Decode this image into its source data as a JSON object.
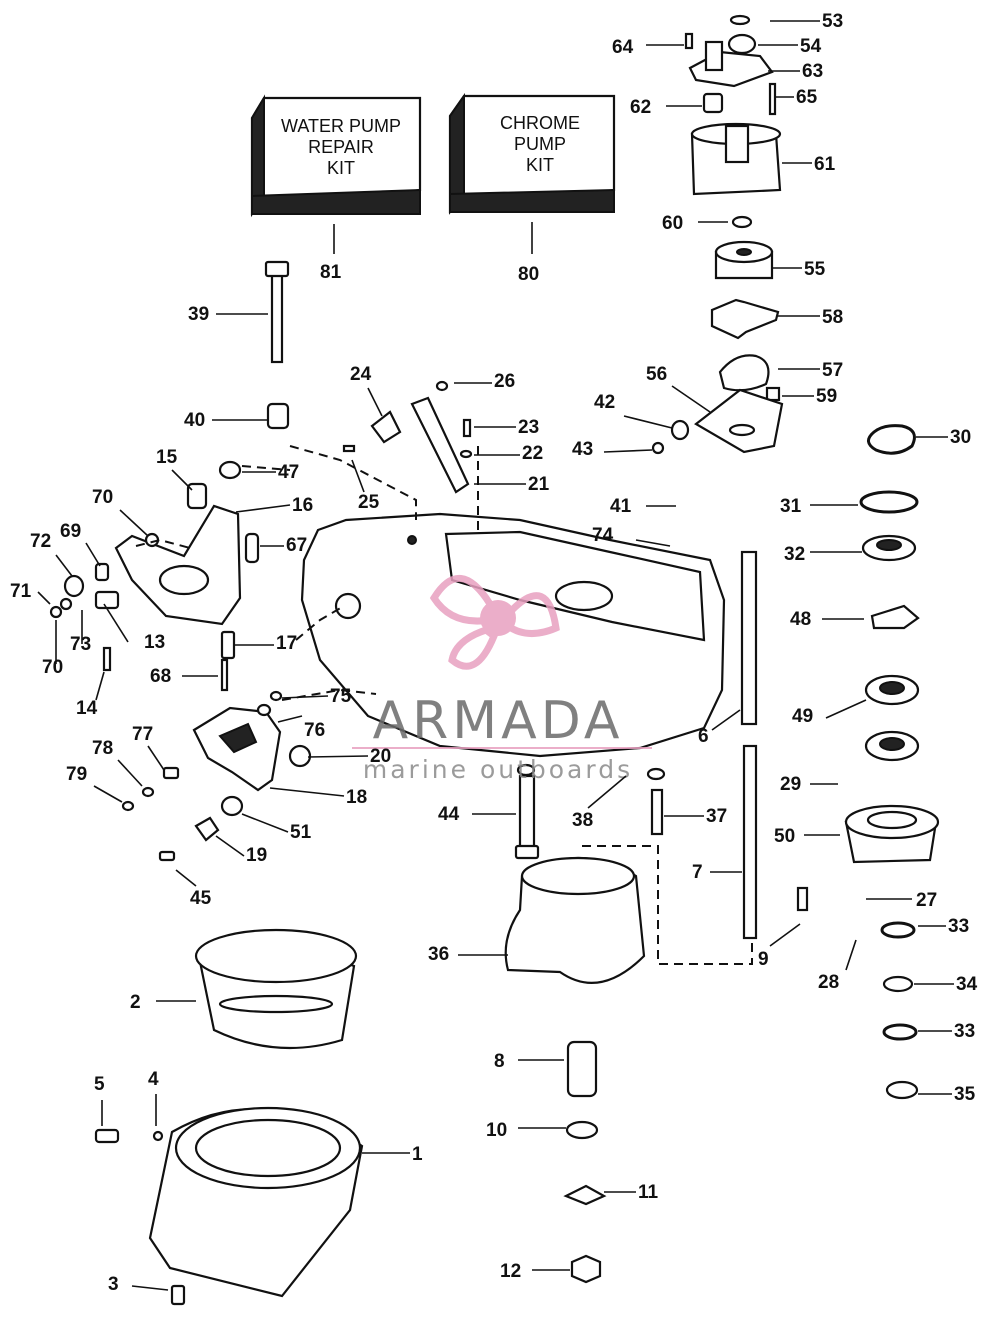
{
  "kits": [
    {
      "lines": [
        "WATER PUMP",
        "REPAIR",
        "KIT"
      ],
      "number": "81"
    },
    {
      "lines": [
        "CHROME",
        "PUMP",
        "KIT"
      ],
      "number": "80"
    }
  ],
  "watermark": {
    "name": "ARMADA",
    "tagline": "marine outboards",
    "accent_color": "#e8a0c0"
  },
  "callouts": [
    {
      "n": "53"
    },
    {
      "n": "64"
    },
    {
      "n": "54"
    },
    {
      "n": "63"
    },
    {
      "n": "62"
    },
    {
      "n": "65"
    },
    {
      "n": "61"
    },
    {
      "n": "60"
    },
    {
      "n": "55"
    },
    {
      "n": "58"
    },
    {
      "n": "57"
    },
    {
      "n": "59"
    },
    {
      "n": "56"
    },
    {
      "n": "42"
    },
    {
      "n": "43"
    },
    {
      "n": "30"
    },
    {
      "n": "41"
    },
    {
      "n": "31"
    },
    {
      "n": "74"
    },
    {
      "n": "32"
    },
    {
      "n": "48"
    },
    {
      "n": "49"
    },
    {
      "n": "6"
    },
    {
      "n": "29"
    },
    {
      "n": "50"
    },
    {
      "n": "27"
    },
    {
      "n": "33"
    },
    {
      "n": "28"
    },
    {
      "n": "34"
    },
    {
      "n": "33"
    },
    {
      "n": "35"
    },
    {
      "n": "24"
    },
    {
      "n": "26"
    },
    {
      "n": "23"
    },
    {
      "n": "22"
    },
    {
      "n": "21"
    },
    {
      "n": "25"
    },
    {
      "n": "39"
    },
    {
      "n": "40"
    },
    {
      "n": "47"
    },
    {
      "n": "15"
    },
    {
      "n": "16"
    },
    {
      "n": "70"
    },
    {
      "n": "69"
    },
    {
      "n": "67"
    },
    {
      "n": "72"
    },
    {
      "n": "71"
    },
    {
      "n": "73"
    },
    {
      "n": "13"
    },
    {
      "n": "70"
    },
    {
      "n": "17"
    },
    {
      "n": "68"
    },
    {
      "n": "14"
    },
    {
      "n": "75"
    },
    {
      "n": "76"
    },
    {
      "n": "77"
    },
    {
      "n": "78"
    },
    {
      "n": "20"
    },
    {
      "n": "79"
    },
    {
      "n": "18"
    },
    {
      "n": "51"
    },
    {
      "n": "19"
    },
    {
      "n": "45"
    },
    {
      "n": "44"
    },
    {
      "n": "38"
    },
    {
      "n": "37"
    },
    {
      "n": "7"
    },
    {
      "n": "36"
    },
    {
      "n": "9"
    },
    {
      "n": "2"
    },
    {
      "n": "8"
    },
    {
      "n": "10"
    },
    {
      "n": "11"
    },
    {
      "n": "12"
    },
    {
      "n": "5"
    },
    {
      "n": "4"
    },
    {
      "n": "1"
    },
    {
      "n": "3"
    }
  ]
}
